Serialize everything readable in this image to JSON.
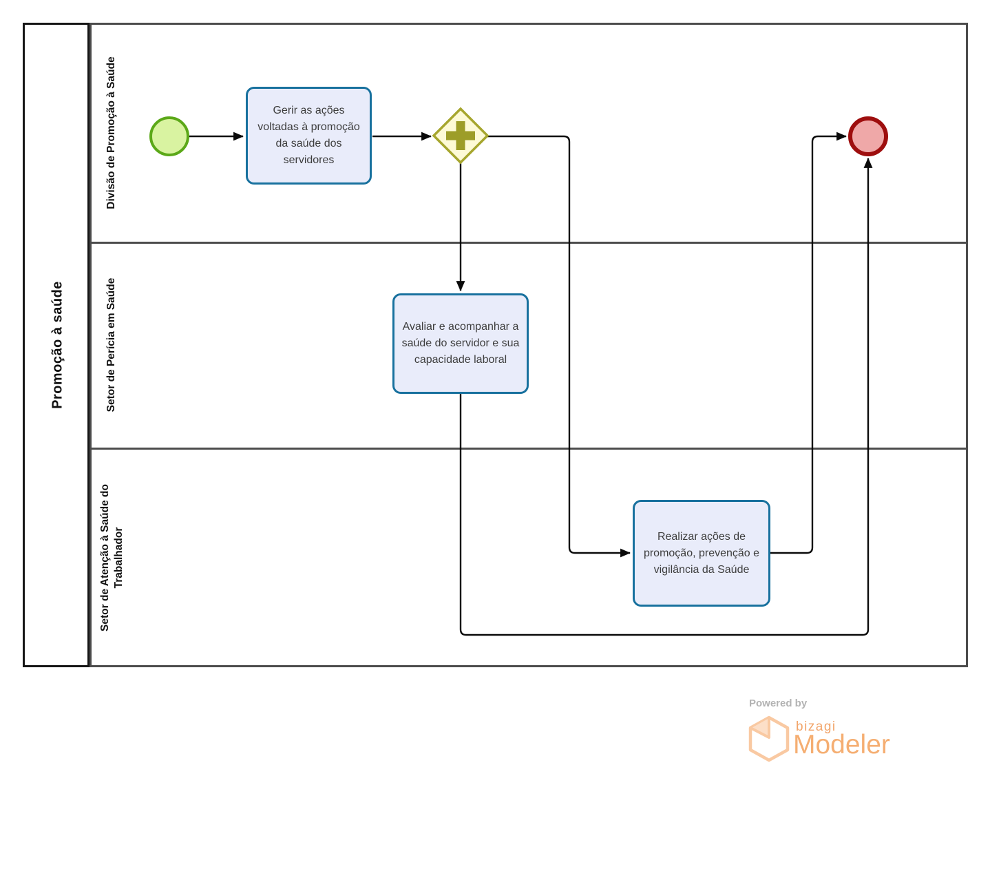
{
  "pool": {
    "title": "Promoção à saúde",
    "lanes": [
      {
        "label": "Divisão de Promoção à Saúde"
      },
      {
        "label": "Setor de Perícia em Saúde"
      },
      {
        "label": "Setor de Atenção à Saúde do Trabalhador"
      }
    ]
  },
  "nodes": {
    "start_event": {
      "type": "start-event",
      "lane": "Divisão de Promoção à Saúde"
    },
    "task_gerir": {
      "type": "task",
      "label": "Gerir as ações voltadas à promoção da saúde dos servidores",
      "lane": "Divisão de Promoção à Saúde"
    },
    "gateway": {
      "type": "parallel-gateway",
      "lane": "Divisão de Promoção à Saúde"
    },
    "task_avaliar": {
      "type": "task",
      "label": "Avaliar e acompanhar a saúde do servidor e sua capacidade laboral",
      "lane": "Setor de Perícia em Saúde"
    },
    "task_realizar": {
      "type": "task",
      "label": "Realizar ações de promoção, prevenção e vigilância da Saúde",
      "lane": "Setor de Atenção à Saúde do Trabalhador"
    },
    "end_event": {
      "type": "end-event",
      "lane": "Divisão de Promoção à Saúde"
    }
  },
  "flows": [
    {
      "from": "start_event",
      "to": "task_gerir"
    },
    {
      "from": "task_gerir",
      "to": "gateway"
    },
    {
      "from": "gateway",
      "to": "task_avaliar"
    },
    {
      "from": "gateway",
      "to": "task_realizar"
    },
    {
      "from": "task_avaliar",
      "to": "end_event"
    },
    {
      "from": "task_realizar",
      "to": "end_event"
    }
  ],
  "logo": {
    "powered_by": "Powered by",
    "brand": "bizagi",
    "product": "Modeler"
  },
  "colors": {
    "pool-border": "#161616",
    "lane-border": "#4c4c4c",
    "lane-text": "#111111",
    "task-fill": "#e9ecfa",
    "task-border": "#18719e",
    "task-text": "#3d3d3d",
    "start-fill": "#d9f3a1",
    "start-border": "#5ba818",
    "gateway-fill": "#fdfad6",
    "gateway-border": "#a6a62e",
    "gateway-icon": "#9d9d28",
    "end-fill": "#efa8a8",
    "end-border": "#9e0e0e",
    "flow": "#0a0a0a",
    "logo-orange": "#f5ae72",
    "logo-orange-dark": "#f2a469",
    "logo-orange-light": "#f9c9a2",
    "logo-fold-fill": "#fcdfc8",
    "logo-gray": "#b3b3b3"
  }
}
